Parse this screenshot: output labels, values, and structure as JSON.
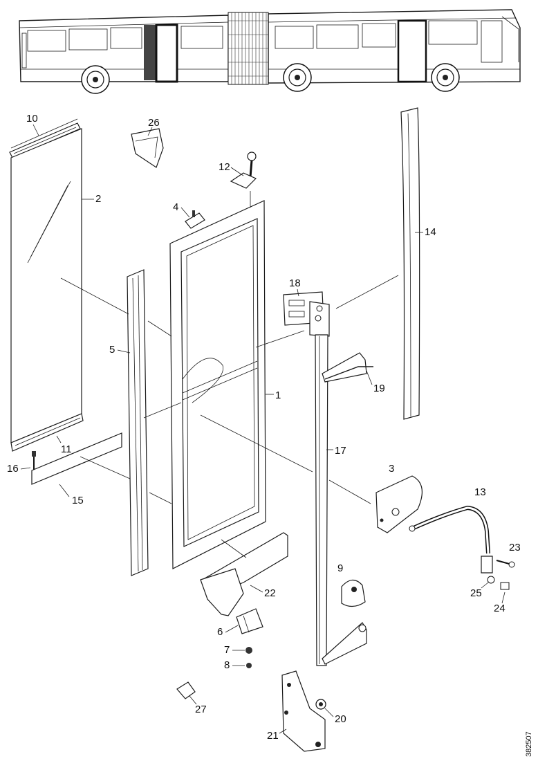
{
  "diagram": {
    "reference_code": "382507",
    "callouts": [
      {
        "id": "c1",
        "text": "1"
      },
      {
        "id": "c2",
        "text": "2"
      },
      {
        "id": "c3",
        "text": "3"
      },
      {
        "id": "c4",
        "text": "4"
      },
      {
        "id": "c5",
        "text": "5"
      },
      {
        "id": "c6",
        "text": "6"
      },
      {
        "id": "c7",
        "text": "7"
      },
      {
        "id": "c8",
        "text": "8"
      },
      {
        "id": "c9",
        "text": "9"
      },
      {
        "id": "c10",
        "text": "10"
      },
      {
        "id": "c11",
        "text": "11"
      },
      {
        "id": "c12",
        "text": "12"
      },
      {
        "id": "c13",
        "text": "13"
      },
      {
        "id": "c14",
        "text": "14"
      },
      {
        "id": "c15",
        "text": "15"
      },
      {
        "id": "c16",
        "text": "16"
      },
      {
        "id": "c17",
        "text": "17"
      },
      {
        "id": "c18",
        "text": "18"
      },
      {
        "id": "c19",
        "text": "19"
      },
      {
        "id": "c20",
        "text": "20"
      },
      {
        "id": "c21",
        "text": "21"
      },
      {
        "id": "c22",
        "text": "22"
      },
      {
        "id": "c23",
        "text": "23"
      },
      {
        "id": "c24",
        "text": "24"
      },
      {
        "id": "c25",
        "text": "25"
      },
      {
        "id": "c26",
        "text": "26"
      },
      {
        "id": "c27",
        "text": "27"
      }
    ]
  }
}
